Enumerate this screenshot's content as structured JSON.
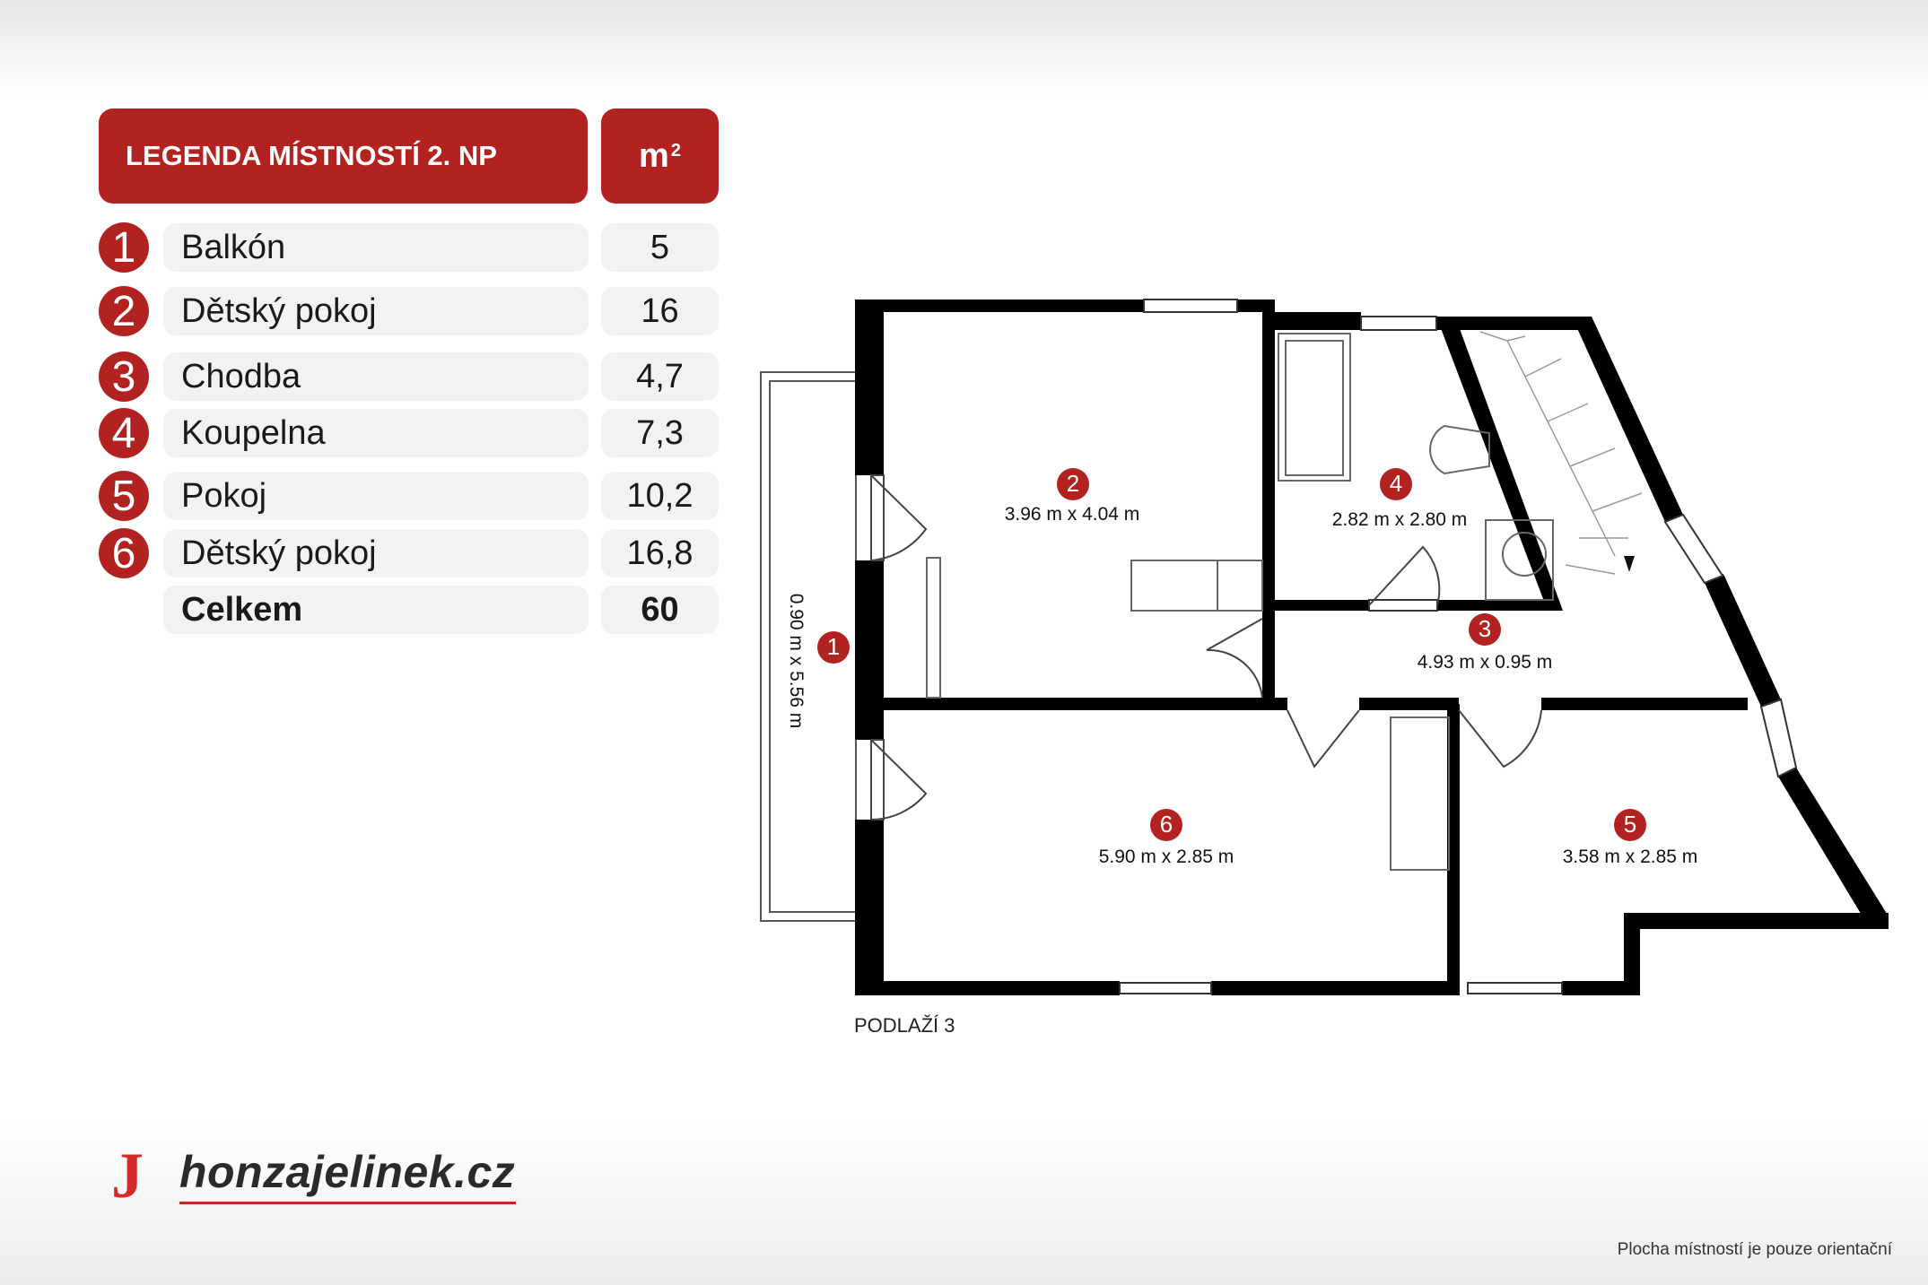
{
  "legend": {
    "title": "LEGENDA MÍSTNOSTÍ 2. NP",
    "unit_base": "m",
    "unit_sup": "2",
    "rows": [
      {
        "num": "1",
        "name": "Balkón",
        "area": "5"
      },
      {
        "num": "2",
        "name": "Dětský pokoj",
        "area": "16"
      },
      {
        "num": "3",
        "name": "Chodba",
        "area": "4,7"
      },
      {
        "num": "4",
        "name": "Koupelna",
        "area": "7,3"
      },
      {
        "num": "5",
        "name": "Pokoj",
        "area": "10,2"
      },
      {
        "num": "6",
        "name": "Dětský pokoj",
        "area": "16,8"
      }
    ],
    "total_label": "Celkem",
    "total_value": "60"
  },
  "plan": {
    "floor_label": "PODLAŽÍ 3",
    "rooms": [
      {
        "num": "1",
        "dims": "0.90 m x 5.56 m"
      },
      {
        "num": "2",
        "dims": "3.96 m x 4.04 m"
      },
      {
        "num": "3",
        "dims": "4.93 m x 0.95 m"
      },
      {
        "num": "4",
        "dims": "2.82 m x 2.80 m"
      },
      {
        "num": "5",
        "dims": "3.58 m x 2.85 m"
      },
      {
        "num": "6",
        "dims": "5.90 m x 2.85 m"
      }
    ]
  },
  "footer": {
    "logo_letter": "J",
    "brand": "honzajelinek.cz",
    "disclaimer": "Plocha místností je pouze orientační"
  },
  "colors": {
    "accent": "#b22221",
    "wall": "#000000",
    "row_bg": "#f2f2f2"
  }
}
